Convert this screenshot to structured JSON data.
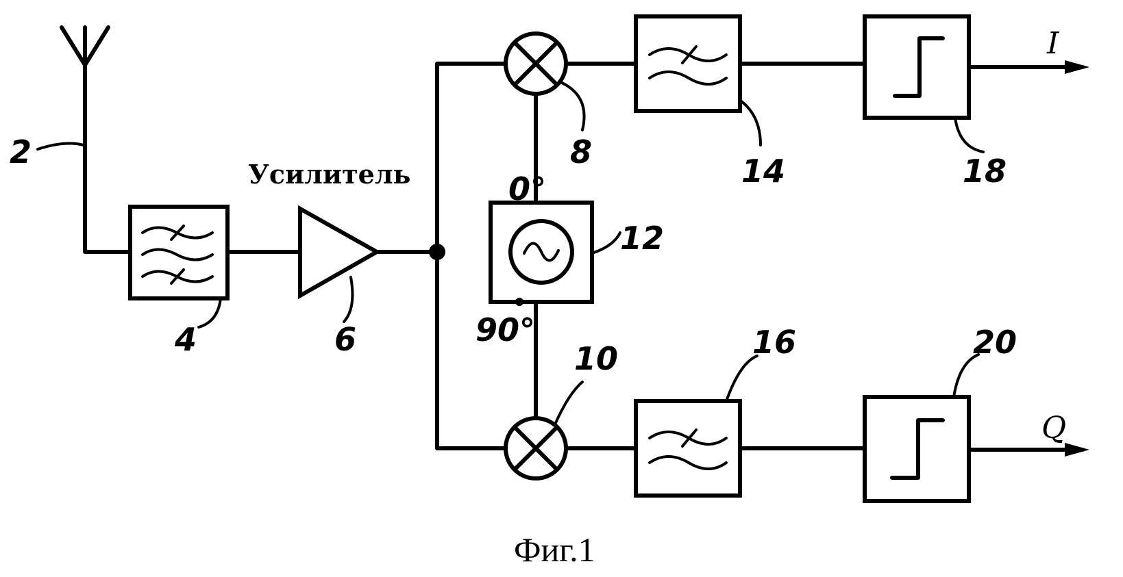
{
  "labels": {
    "antenna": "2",
    "bandpass_filter": "4",
    "amplifier": "6",
    "mixer_i": "8",
    "mixer_q": "10",
    "oscillator": "12",
    "lowpass_filter_i": "14",
    "lowpass_filter_q": "16",
    "comparator_i": "18",
    "comparator_q": "20"
  },
  "amplifier_text": "Усилитель",
  "phase": {
    "zero": "0°",
    "ninety": "90°"
  },
  "outputs": {
    "i": "I",
    "q": "Q"
  },
  "caption": "Фиг.1"
}
